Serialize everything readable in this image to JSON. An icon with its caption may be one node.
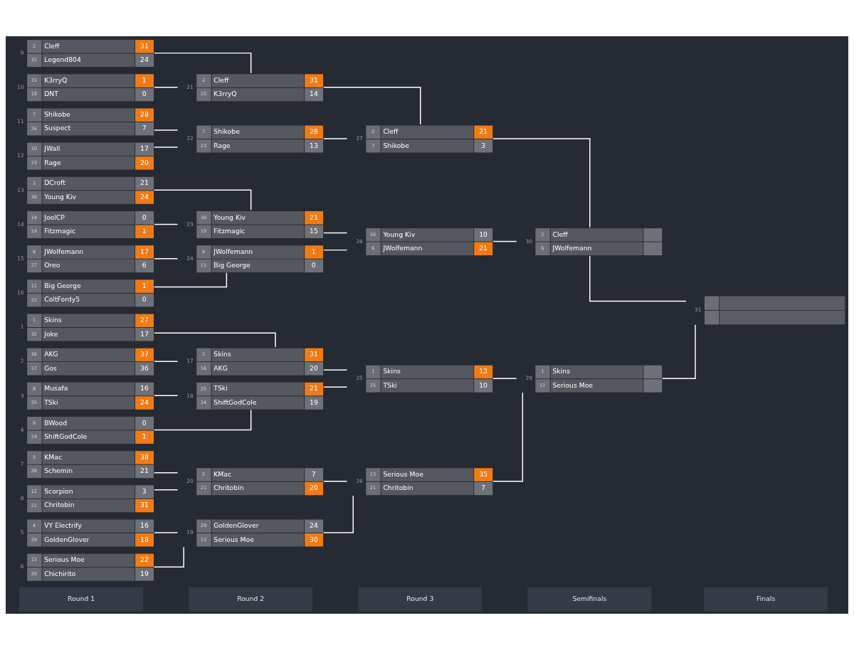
{
  "diagram": {
    "nodes": [
      {
        "text": [
          "1",
          "Skins",
          "27",
          "32",
          "Joke",
          "17"
        ],
        "beside": [
          "1"
        ]
      },
      {
        "text": [
          "16",
          "AKG",
          "37",
          "17",
          "Gos",
          "36"
        ],
        "beside": [
          "2"
        ]
      },
      {
        "text": [
          "8",
          "Musafa",
          "16",
          "25",
          "TSki",
          "24"
        ],
        "beside": [
          "3"
        ]
      },
      {
        "text": [
          "9",
          "BWood",
          "0",
          "24",
          "ShiftGodCole",
          "1"
        ],
        "beside": [
          "4"
        ]
      },
      {
        "text": [
          "4",
          "VY Electrify",
          "16",
          "29",
          "GoldenGlover",
          "18"
        ],
        "beside": [
          "5"
        ]
      },
      {
        "text": [
          "13",
          "Serious Moe",
          "22",
          "20",
          "Chichirito",
          "19"
        ],
        "beside": [
          "6"
        ]
      },
      {
        "text": [
          "5",
          "KMac",
          "38",
          "28",
          "Schemin",
          "21"
        ],
        "beside": [
          "7"
        ]
      },
      {
        "text": [
          "12",
          "Scorpion",
          "3",
          "21",
          "Chritobin",
          "31"
        ],
        "beside": [
          "8"
        ]
      },
      {
        "text": [
          "2",
          "Cleff",
          "31",
          "31",
          "Legend804",
          "24"
        ],
        "beside": [
          "9"
        ]
      },
      {
        "text": [
          "15",
          "K3rryQ",
          "1",
          "18",
          "DNT",
          "0"
        ],
        "beside": [
          "10"
        ]
      },
      {
        "text": [
          "7",
          "Shikobe",
          "28",
          "26",
          "Suspect",
          "7"
        ],
        "beside": [
          "11"
        ]
      },
      {
        "text": [
          "10",
          "JWall",
          "17",
          "23",
          "Rage",
          "20"
        ],
        "beside": [
          "12"
        ]
      },
      {
        "text": [
          "3",
          "DCroft",
          "21",
          "30",
          "Young Kiv",
          "24"
        ],
        "beside": [
          "13"
        ]
      },
      {
        "text": [
          "14",
          "JoelCP",
          "0",
          "19",
          "Fitzmagic",
          "1"
        ],
        "beside": [
          "14"
        ]
      },
      {
        "text": [
          "6",
          "JWolfemann",
          "17",
          "27",
          "Oreo",
          "6"
        ],
        "beside": [
          "15"
        ]
      },
      {
        "text": [
          "11",
          "Big George",
          "1",
          "22",
          "ColtFordy5",
          "0"
        ],
        "beside": [
          "16"
        ]
      },
      {
        "text": [
          "1",
          "Skins",
          "31",
          "16",
          "AKG",
          "20"
        ],
        "beside": [
          "17"
        ]
      },
      {
        "text": [
          "25",
          "TSki",
          "21",
          "24",
          "ShiftGodCole",
          "19"
        ],
        "beside": [
          "18"
        ]
      },
      {
        "text": [
          "29",
          "GoldenGlover",
          "24",
          "13",
          "Serious Moe",
          "30"
        ],
        "beside": [
          "19"
        ]
      },
      {
        "text": [
          "5",
          "KMac",
          "7",
          "21",
          "Chritobin",
          "20"
        ],
        "beside": [
          "20"
        ]
      },
      {
        "text": [
          "2",
          "Cleff",
          "31",
          "15",
          "K3rryQ",
          "14"
        ],
        "beside": [
          "21"
        ]
      },
      {
        "text": [
          "7",
          "Shikobe",
          "28",
          "23",
          "Rage",
          "13"
        ],
        "beside": [
          "22"
        ]
      },
      {
        "text": [
          "30",
          "Young Kiv",
          "21",
          "19",
          "Fitzmagic",
          "15"
        ],
        "beside": [
          "23"
        ]
      },
      {
        "text": [
          "6",
          "JWolfemann",
          "1",
          "11",
          "Big George",
          "0"
        ],
        "beside": [
          "24"
        ]
      },
      {
        "text": [
          "1",
          "Skins",
          "13",
          "25",
          "TSki",
          "10"
        ],
        "beside": [
          "25"
        ]
      },
      {
        "text": [
          "13",
          "Serious Moe",
          "35",
          "21",
          "Chritobin",
          "7"
        ],
        "beside": [
          "26"
        ]
      },
      {
        "text": [
          "2",
          "Cleff",
          "21",
          "7",
          "Shikobe",
          "3"
        ],
        "beside": [
          "27"
        ]
      },
      {
        "text": [
          "30",
          "Young Kiv",
          "10",
          "6",
          "JWolfemann",
          "21"
        ],
        "beside": [
          "28"
        ]
      },
      {
        "text": [
          "1",
          "Skins",
          "13",
          "Serious Moe"
        ],
        "beside": [
          "29"
        ]
      },
      {
        "text": [
          "2",
          "Cleff",
          "6",
          "JWolfemann"
        ],
        "beside": [
          "30"
        ]
      },
      {
        "text": [],
        "shape": "box",
        "beside": [
          "31"
        ]
      }
    ],
    "edges": [
      {
        "from": 0,
        "to": 16,
        "arrow": "none"
      },
      {
        "from": 1,
        "to": 16,
        "arrow": "none"
      },
      {
        "from": 2,
        "to": 17,
        "arrow": "none"
      },
      {
        "from": 3,
        "to": 17,
        "arrow": "none"
      },
      {
        "from": 4,
        "to": 18,
        "arrow": "none"
      },
      {
        "from": 5,
        "to": 18,
        "arrow": "none"
      },
      {
        "from": 6,
        "to": 19,
        "arrow": "none"
      },
      {
        "from": 7,
        "to": 19,
        "arrow": "none"
      },
      {
        "from": 8,
        "to": 20,
        "arrow": "none"
      },
      {
        "from": 9,
        "to": 20,
        "arrow": "none"
      },
      {
        "from": 10,
        "to": 21,
        "arrow": "none"
      },
      {
        "from": 11,
        "to": 21,
        "arrow": "none"
      },
      {
        "from": 12,
        "to": 22,
        "arrow": "none"
      },
      {
        "from": 13,
        "to": 22,
        "arrow": "none"
      },
      {
        "from": 14,
        "to": 23,
        "arrow": "none"
      },
      {
        "from": 15,
        "to": 23,
        "arrow": "none"
      },
      {
        "from": 16,
        "to": 24,
        "arrow": "none"
      },
      {
        "from": 17,
        "to": 24,
        "arrow": "none"
      },
      {
        "from": 18,
        "to": 25,
        "arrow": "none"
      },
      {
        "from": 19,
        "to": 25,
        "arrow": "none"
      },
      {
        "from": 20,
        "to": 26,
        "arrow": "none"
      },
      {
        "from": 21,
        "to": 26,
        "arrow": "none"
      },
      {
        "from": 22,
        "to": 27,
        "arrow": "none"
      },
      {
        "from": 23,
        "to": 27,
        "arrow": "none"
      },
      {
        "from": 24,
        "to": 28,
        "arrow": "none"
      },
      {
        "from": 25,
        "to": 28,
        "arrow": "none"
      },
      {
        "from": 26,
        "to": 29,
        "arrow": "none"
      },
      {
        "from": 27,
        "to": 29,
        "arrow": "none"
      },
      {
        "from": 28,
        "to": 30,
        "arrow": "none"
      },
      {
        "from": 29,
        "to": 30,
        "arrow": "none"
      }
    ],
    "labels": [
      "Round 1",
      "Round 2",
      "Round 3",
      "Semifinals",
      "Finals"
    ]
  }
}
